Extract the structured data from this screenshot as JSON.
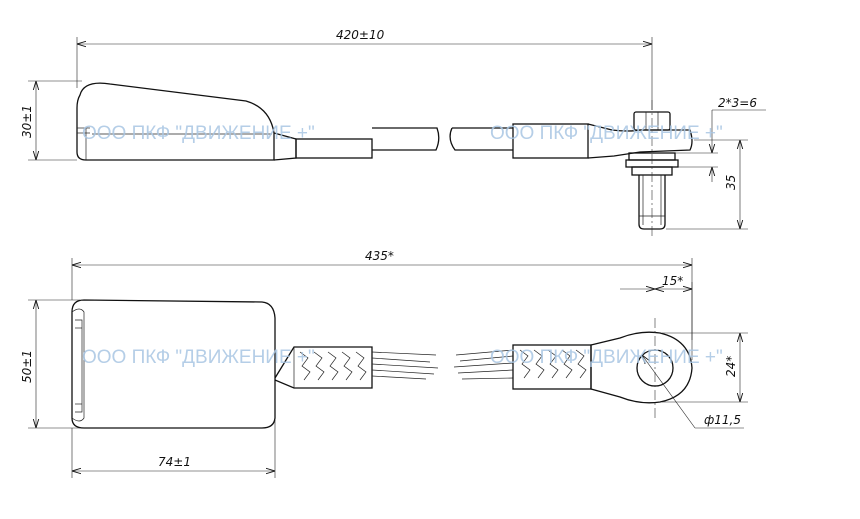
{
  "dimensions": {
    "top_length": "420±10",
    "top_height": "30±1",
    "top_washer": "2*3=6",
    "top_bolt": "35",
    "bottom_length": "435*",
    "bottom_height": "50±1",
    "bottom_width": "74±1",
    "bottom_eye_offset": "15*",
    "bottom_eye_width": "24*",
    "bottom_hole": "ф11,5"
  },
  "watermark": {
    "text": "ООО ПКФ \"ДВИЖЕНИЕ +\""
  },
  "colors": {
    "line": "#111111",
    "watermark": "#a9c6e3"
  }
}
